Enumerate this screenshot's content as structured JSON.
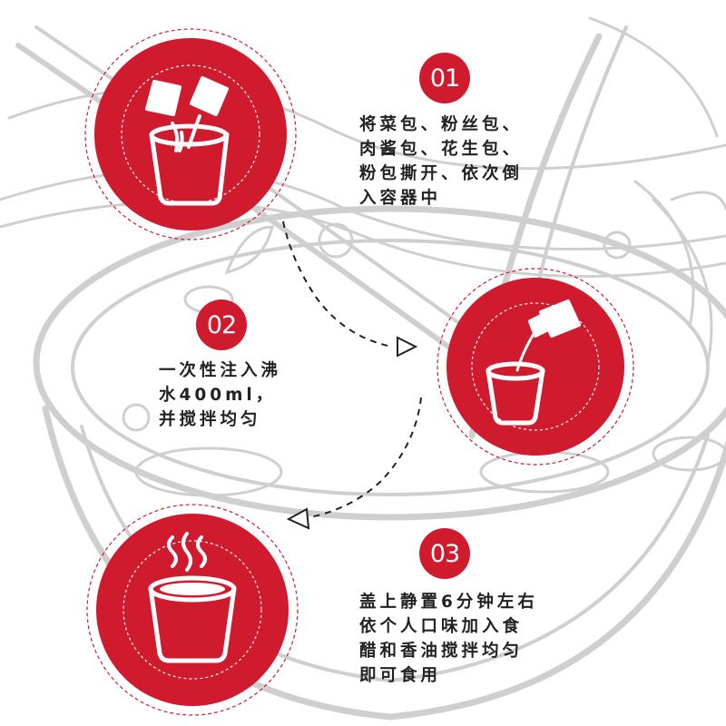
{
  "steps": [
    {
      "number": "01",
      "text": "将菜包、粉丝包、\n肉酱包、花生包、\n粉包撕开、依次倒\n入容器中",
      "icon": "tear-packets-into-cup-icon"
    },
    {
      "number": "02",
      "text": "一次性注入沸\n水400ml，\n并搅拌均匀",
      "icon": "pour-water-into-cup-icon"
    },
    {
      "number": "03",
      "text": "盖上静置6分钟左右\n依个人口味加入食\n醋和香油搅拌均匀\n即可食用",
      "icon": "steaming-cup-icon"
    }
  ],
  "colors": {
    "accent": "#d01a2e",
    "sketch": "#c9c9c9",
    "text": "#222222"
  }
}
